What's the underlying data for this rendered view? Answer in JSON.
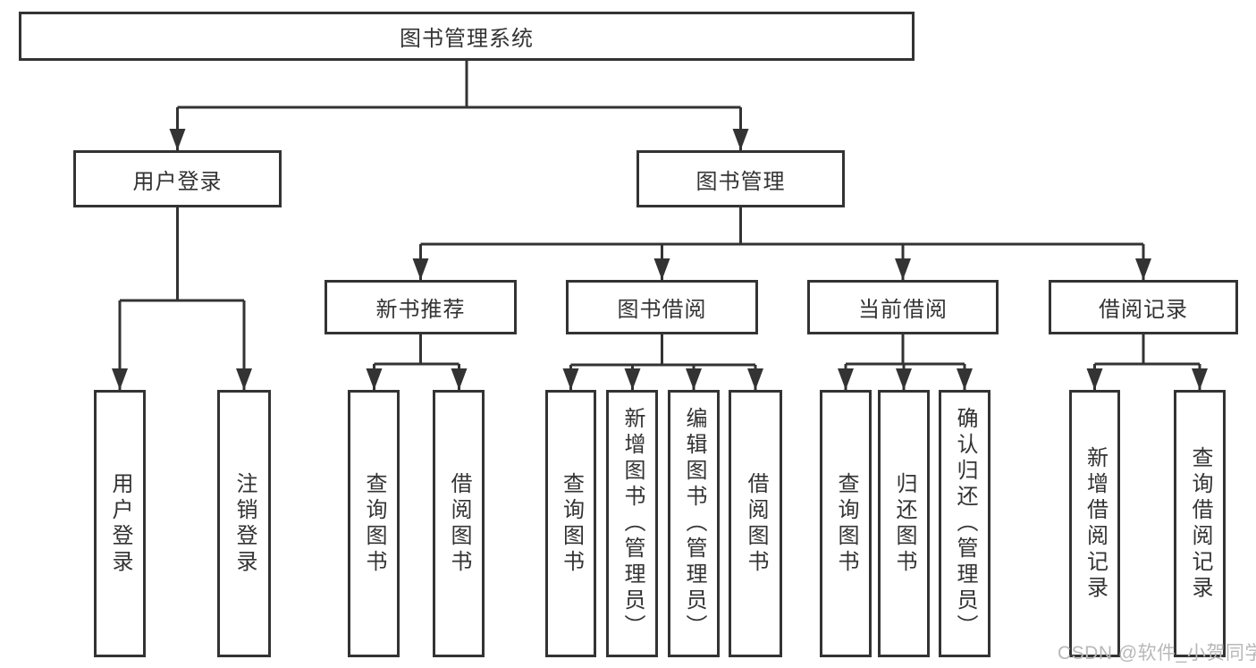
{
  "diagram": {
    "root": {
      "label": "图书管理系统",
      "children": [
        {
          "label": "用户登录",
          "children": [
            {
              "label": "用户登录"
            },
            {
              "label": "注销登录"
            }
          ]
        },
        {
          "label": "图书管理",
          "children": [
            {
              "label": "新书推荐",
              "children": [
                {
                  "label": "查询图书"
                },
                {
                  "label": "借阅图书"
                }
              ]
            },
            {
              "label": "图书借阅",
              "children": [
                {
                  "label": "查询图书"
                },
                {
                  "label": "新增图书（管理员）"
                },
                {
                  "label": "编辑图书（管理员）"
                },
                {
                  "label": "借阅图书"
                }
              ]
            },
            {
              "label": "当前借阅",
              "children": [
                {
                  "label": "查询图书"
                },
                {
                  "label": "归还图书"
                },
                {
                  "label": "确认归还（管理员）"
                }
              ]
            },
            {
              "label": "借阅记录",
              "children": [
                {
                  "label": "新增借阅记录"
                },
                {
                  "label": "查询借阅记录"
                }
              ]
            }
          ]
        }
      ]
    }
  },
  "watermark": {
    "text": "CSDN @软件_小贺同学"
  },
  "colors": {
    "line": "#333333",
    "box_border": "#333333",
    "text": "#333333",
    "background": "#ffffff",
    "watermark": "#b8b8b8"
  }
}
